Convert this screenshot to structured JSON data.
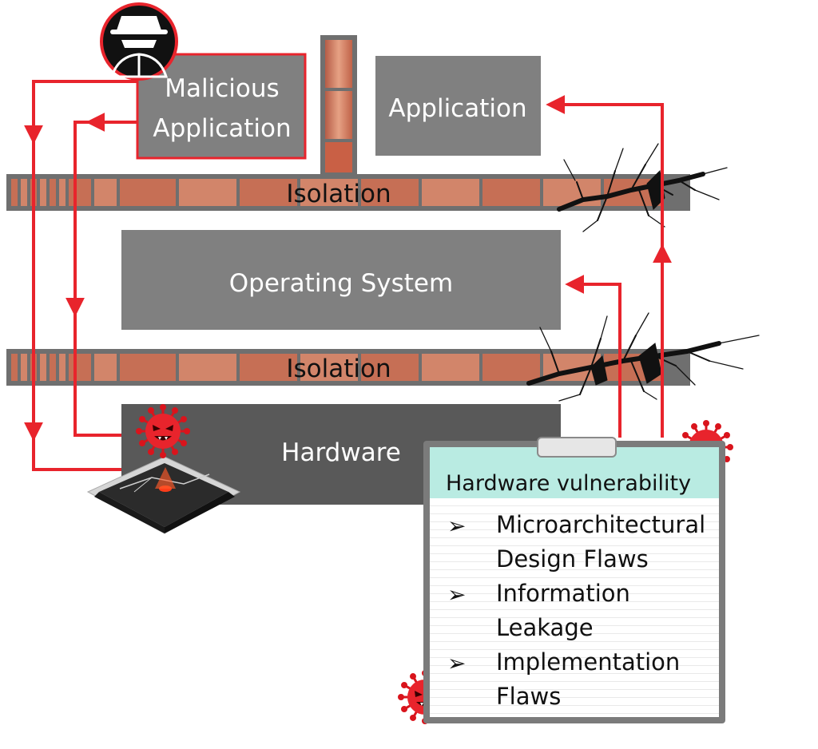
{
  "layers": {
    "malicious_app": "Malicious\nApplication",
    "application": "Application",
    "isolation_top": "Isolation",
    "operating_system": "Operating System",
    "isolation_bottom": "Isolation",
    "hardware": "Hardware"
  },
  "vulnerability_card": {
    "title": "Hardware vulnerability",
    "items": [
      {
        "line1": "Microarchitectural",
        "line2": "Design Flaws"
      },
      {
        "line1": "Information",
        "line2": "Leakage"
      },
      {
        "line1": "Implementation",
        "line2": "Flaws"
      }
    ],
    "bullet": "➢"
  },
  "icons": {
    "attacker": "hacker-icon",
    "virus": "virus-icon",
    "chip": "chip-icon",
    "crack": "crack-icon"
  },
  "colors": {
    "layer_box": "#808080",
    "hardware_box": "#595959",
    "attack_path": "#e8242c",
    "brick": "#d98a6a",
    "card_header": "#b9ebe2"
  }
}
